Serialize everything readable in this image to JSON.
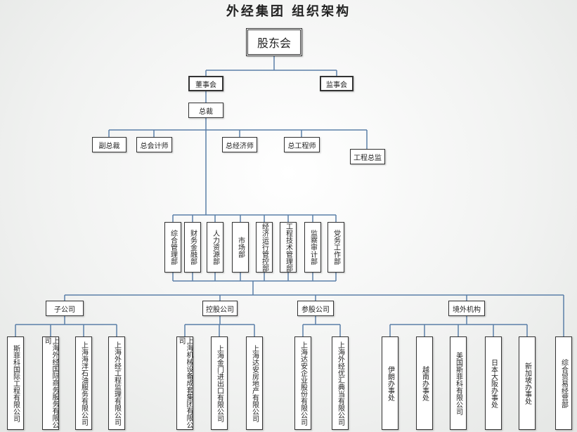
{
  "title": "外经集团 组织架构",
  "shareholders": "股东会",
  "board": "董事会",
  "supervisors": "监事会",
  "president": "总裁",
  "executives": [
    "副总裁",
    "总会计师",
    "总经济师",
    "总工程师",
    "工程总监"
  ],
  "departments": [
    "综合管理部",
    "财务金融部",
    "人力资源部",
    "市场部",
    "经济运行管控部",
    "工程技术管理部",
    "监察审计部",
    "党务工作部"
  ],
  "groups": {
    "subsidiaries": {
      "label": "子公司",
      "items": [
        "斯菲科国际工程有限公司",
        "上海外经国际商务服务有限公司",
        "上海海洋石油服务有限公司",
        "上海外经工程监理有限公司"
      ]
    },
    "holdings": {
      "label": "控股公司",
      "items": [
        "上海机械设备成套集团有限公司",
        "上海金门进出口有限公司",
        "上海达安房地产有限公司"
      ]
    },
    "equity": {
      "label": "参股公司",
      "items": [
        "上海达安企业股份有限公司",
        "上海外经优汇典当有限公司"
      ]
    },
    "overseas": {
      "label": "境外机构",
      "items": [
        "伊朗办事处",
        "越南办事处",
        "美国斯菲科有限公司",
        "日本大阪办事处",
        "新加坡办事处"
      ]
    }
  },
  "trade_dept": "综合贸易经营部"
}
